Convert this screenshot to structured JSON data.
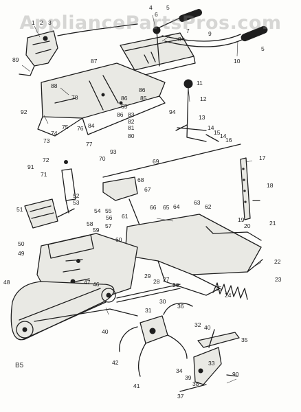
{
  "watermark": "AppliancePartsPros.com",
  "page_mark": "B5",
  "colors": {
    "ink": "#1e1e1e",
    "paper": "#fdfdfb",
    "watermark": "#8c8c8c"
  },
  "callouts": [
    "1",
    "2",
    "3",
    "4",
    "5",
    "5",
    "6",
    "7",
    "8",
    "9",
    "10",
    "11",
    "12",
    "13",
    "14",
    "14",
    "15",
    "16",
    "17",
    "18",
    "19",
    "20",
    "21",
    "22",
    "23",
    "24",
    "25",
    "26",
    "27",
    "28",
    "29",
    "30",
    "31",
    "32",
    "33",
    "34",
    "35",
    "36",
    "37",
    "38",
    "39",
    "40",
    "40",
    "41",
    "42",
    "46",
    "47",
    "48",
    "49",
    "50",
    "51",
    "52",
    "53",
    "54",
    "55",
    "56",
    "57",
    "58",
    "59",
    "60",
    "61",
    "62",
    "63",
    "64",
    "65",
    "65",
    "66",
    "67",
    "68",
    "69",
    "70",
    "71",
    "72",
    "73",
    "74",
    "75",
    "76",
    "77",
    "78",
    "80",
    "81",
    "82",
    "83",
    "84",
    "85",
    "86",
    "86",
    "86",
    "87",
    "88",
    "89",
    "90",
    "91",
    "92",
    "93",
    "94"
  ]
}
